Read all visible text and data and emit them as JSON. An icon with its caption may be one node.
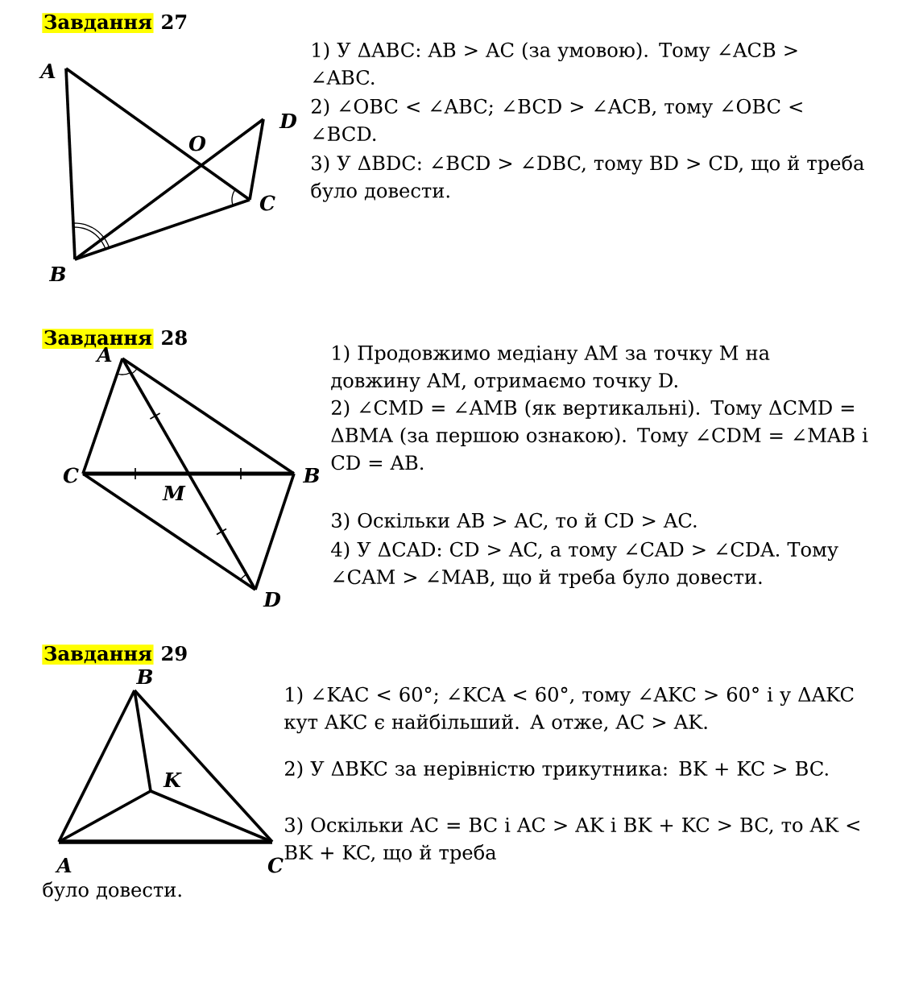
{
  "diagram": {
    "labels": [
      "Завдання",
      "27",
      "A",
      "O",
      "D",
      "C",
      "B",
      "1) У ΔABC: AB > AC (за умовою). Тому ∠ACB > ∠ABC.",
      "2) ∠OBC < ∠ABC; ∠BCD > ∠ACB, тому ∠OBC < ∠BCD.",
      "3) У ΔBDC: ∠BCD > ∠DBC, тому BD > CD, що й треба було довести.",
      "Завдання",
      "28",
      "A",
      "C",
      "M",
      "B",
      "D",
      "1) Продовжимо медіану AM за точку M на довжину AM, отримаємо точку D.",
      "2) ∠CMD = ∠AMB (як вертикальні). Тому ΔCMD = ΔBMA (за першою ознакою). Тому ∠CDM = ∠MAB і CD = AB.",
      "3) Оскільки AB > AC, то й CD > AC.",
      "4) У ΔCAD: CD > AC, а тому ∠CAD > ∠CDA. Тому ∠CAM > ∠MAB, що й треба було довести.",
      "Завдання",
      "29",
      "B",
      "K",
      "A",
      "C",
      "1) ∠KAC < 60°; ∠KCA < 60°, тому ∠AKC > 60° і у ΔAKC кут AKC є найбільший. А отже, AC > AK.",
      "2) У ΔBKC за нерівністю трикутника: BK + KC > BC.",
      "3) Оскільки AC = BC і AC > AK і BK + KC > BC, то AK < BK + KC, що й треба",
      "було довести."
    ]
  }
}
